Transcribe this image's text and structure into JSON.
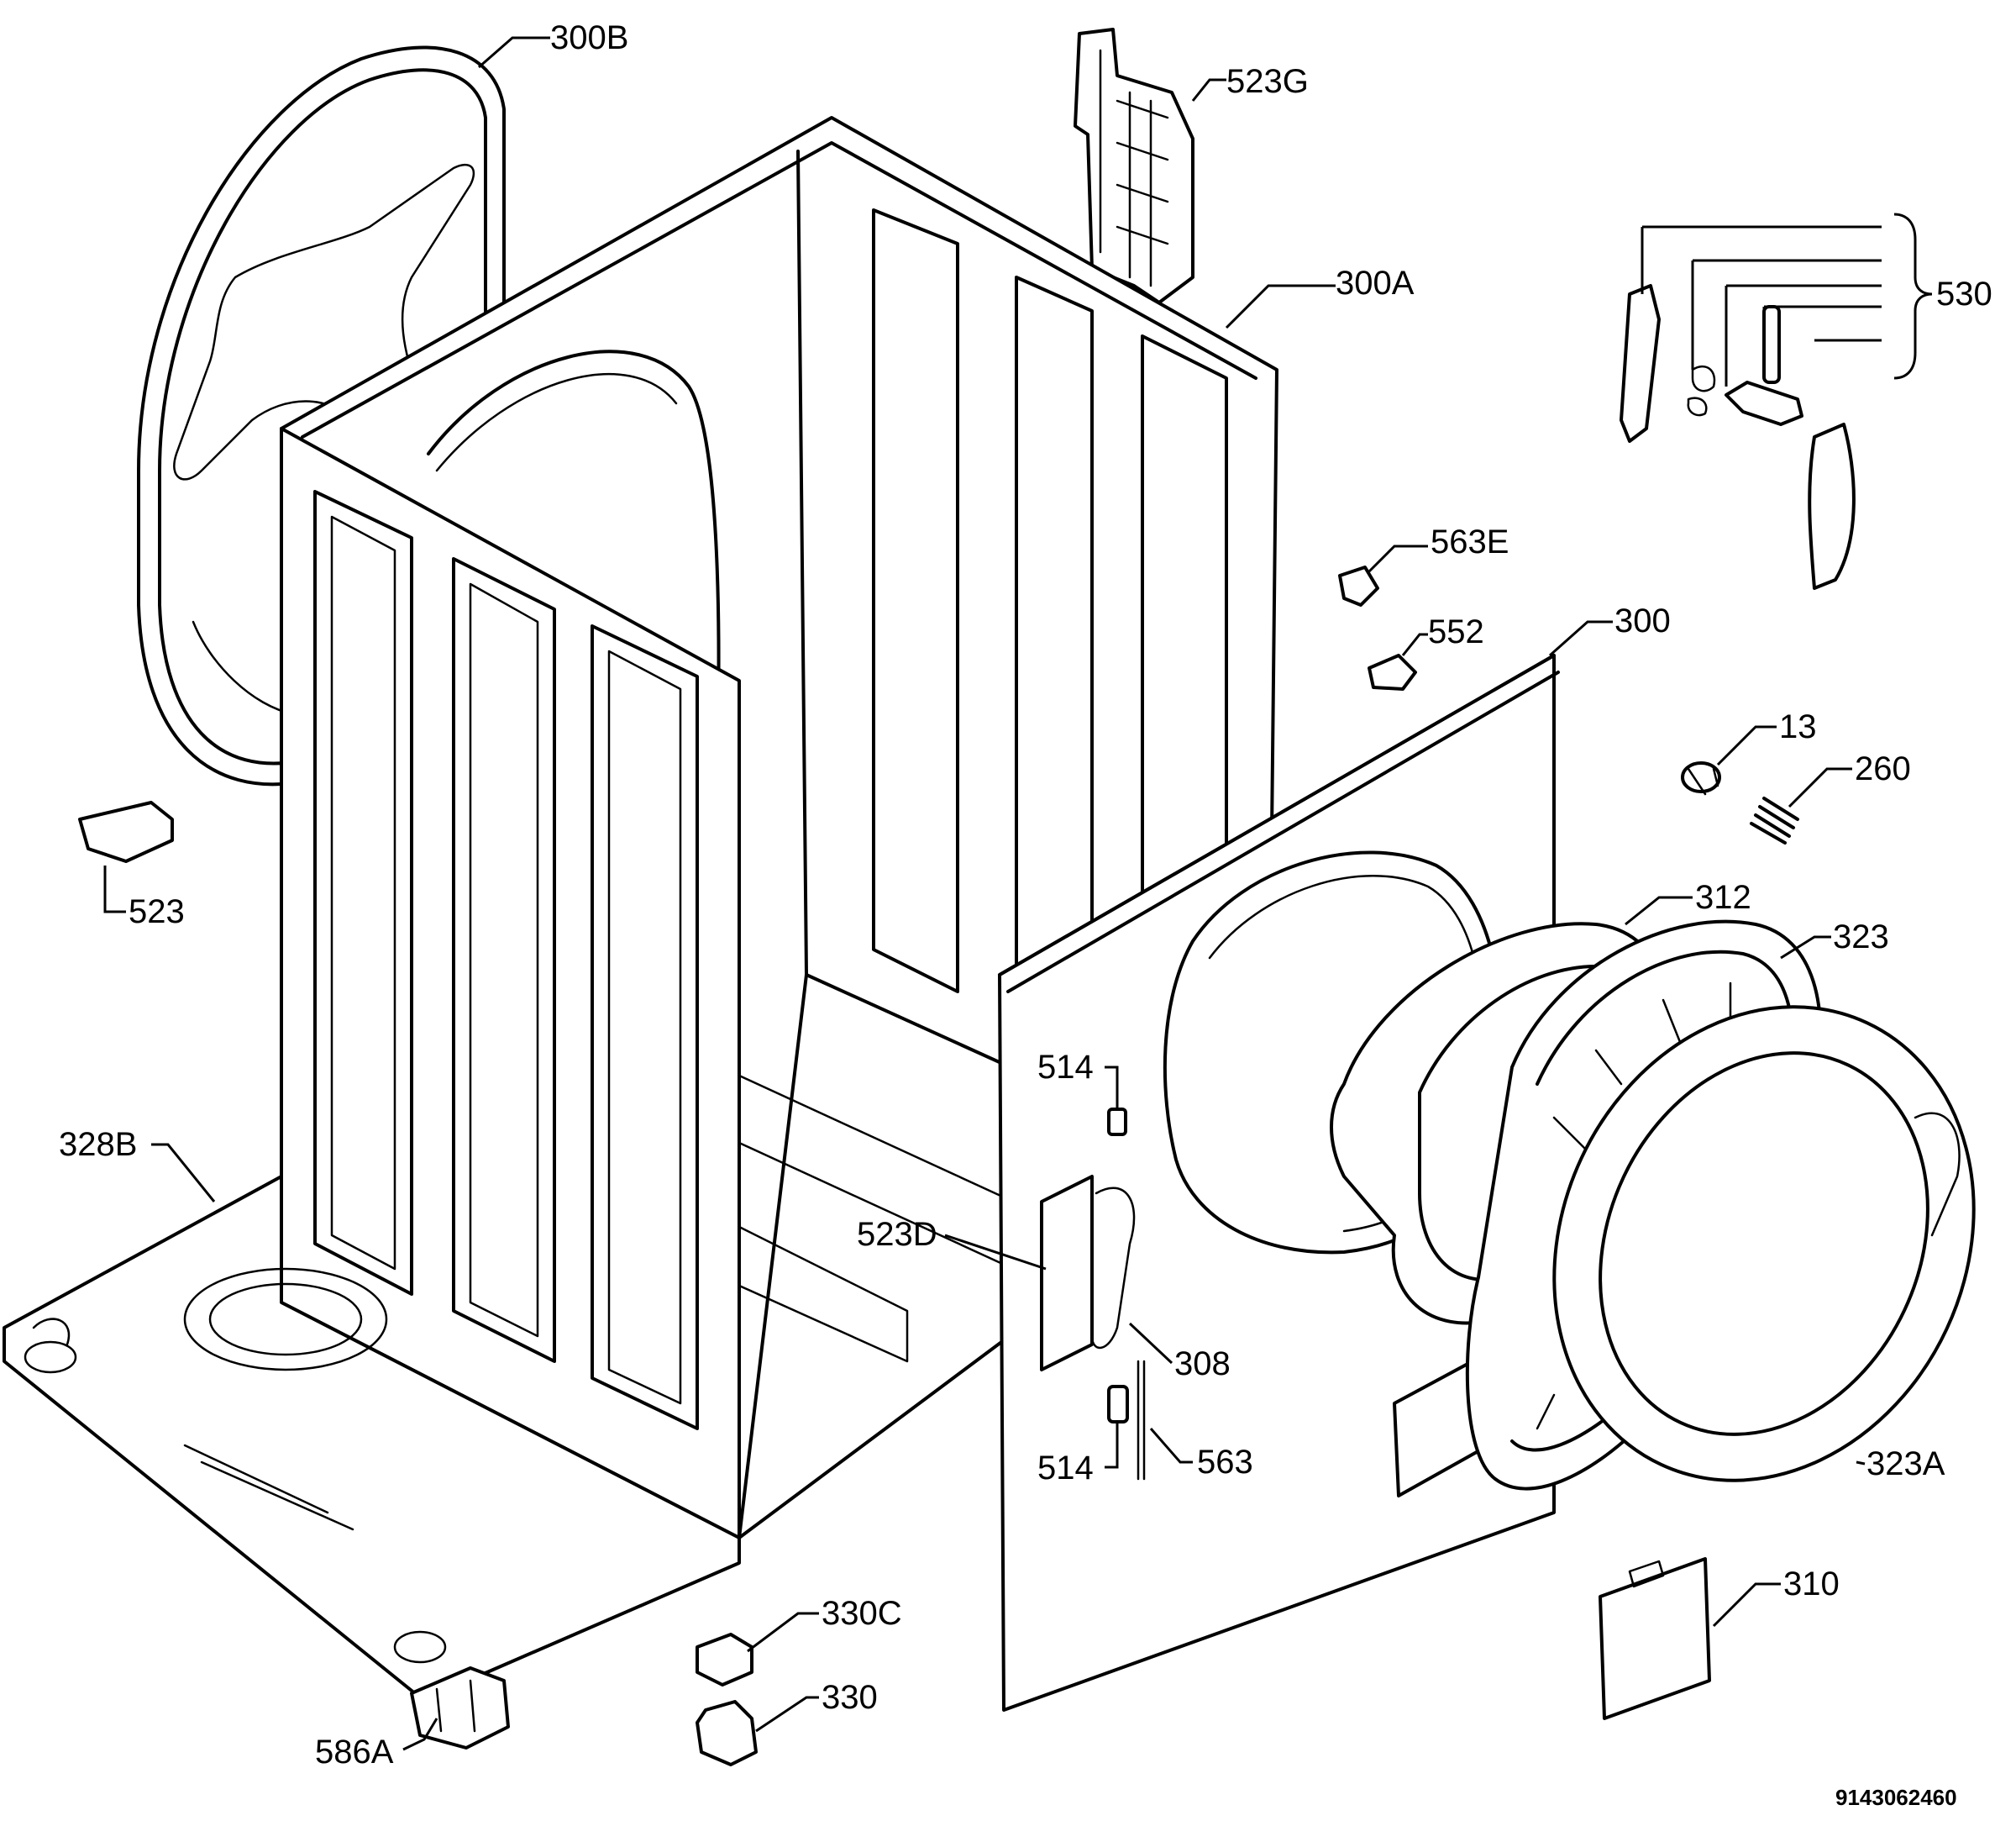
{
  "diagram": {
    "drawing_number": "9143062460",
    "callouts": [
      {
        "id": "300B",
        "text": "300B"
      },
      {
        "id": "523G",
        "text": "523G"
      },
      {
        "id": "300A",
        "text": "300A"
      },
      {
        "id": "530",
        "text": "530"
      },
      {
        "id": "563E",
        "text": "563E"
      },
      {
        "id": "552",
        "text": "552"
      },
      {
        "id": "300",
        "text": "300"
      },
      {
        "id": "13",
        "text": "13"
      },
      {
        "id": "260",
        "text": "260"
      },
      {
        "id": "523",
        "text": "523"
      },
      {
        "id": "312",
        "text": "312"
      },
      {
        "id": "323",
        "text": "323"
      },
      {
        "id": "514-top",
        "text": "514"
      },
      {
        "id": "328B",
        "text": "328B"
      },
      {
        "id": "523D",
        "text": "523D"
      },
      {
        "id": "308",
        "text": "308"
      },
      {
        "id": "514-bottom",
        "text": "514"
      },
      {
        "id": "563",
        "text": "563"
      },
      {
        "id": "323A",
        "text": "323A"
      },
      {
        "id": "310",
        "text": "310"
      },
      {
        "id": "330C",
        "text": "330C"
      },
      {
        "id": "330",
        "text": "330"
      },
      {
        "id": "586A",
        "text": "586A"
      }
    ]
  }
}
